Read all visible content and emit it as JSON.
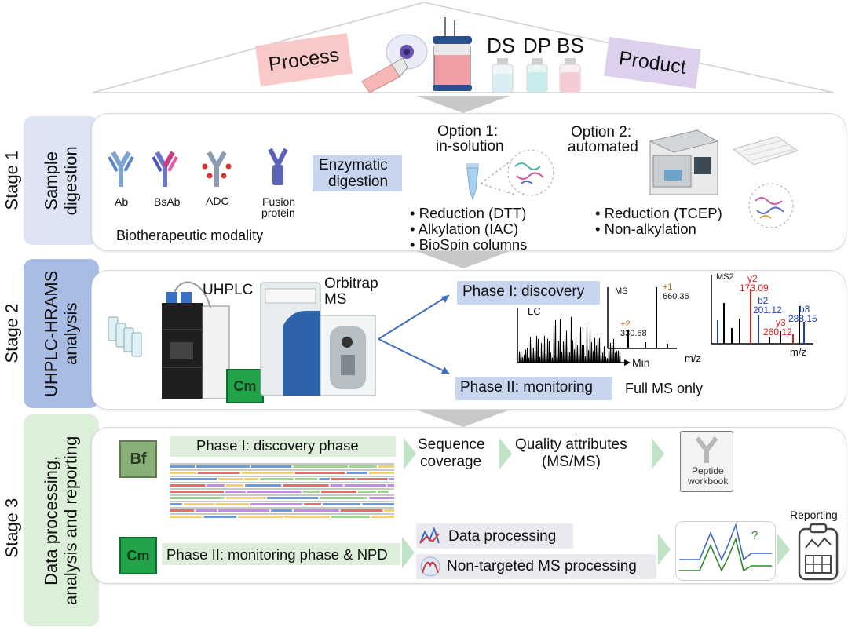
{
  "header": {
    "process": "Process",
    "product": "Product",
    "ds": "DS",
    "dp": "DP",
    "bs": "BS"
  },
  "stages": {
    "s1_num": "Stage 1",
    "s1_desc_line1": "Sample",
    "s1_desc_line2": "digestion",
    "s2_num": "Stage 2",
    "s2_desc_line1": "UHPLC-HRAMS",
    "s2_desc_line2": "analysis",
    "s3_num": "Stage 3",
    "s3_desc_line1": "Data processing,",
    "s3_desc_line2": "analysis and reporting"
  },
  "stage1": {
    "modalities": [
      "Ab",
      "BsAb",
      "ADC",
      "Fusion",
      "protein"
    ],
    "modality_caption": "Biotherapeutic modality",
    "enzymatic_line1": "Enzymatic",
    "enzymatic_line2": "digestion",
    "opt1_line1": "Option 1:",
    "opt1_line2": "in-solution",
    "opt1_bullets": [
      "Reduction (DTT)",
      "Alkylation (IAC)",
      "BioSpin columns"
    ],
    "opt2_line1": "Option 2:",
    "opt2_line2": "automated",
    "opt2_bullets": [
      "Reduction (TCEP)",
      "Non-alkylation"
    ]
  },
  "stage2": {
    "uhplc": "UHPLC",
    "orbitrap_line1": "Orbitrap",
    "orbitrap_line2": "MS",
    "cm_logo": "Cm",
    "phase1": "Phase I: discovery",
    "phase2": "Phase II: monitoring",
    "full_ms": "Full MS only",
    "lc_label": "LC",
    "min_label": "Min",
    "ms_label": "MS",
    "ms2_label": "MS2",
    "mz_label": "m/z",
    "ms_peaks": [
      {
        "charge": "+2",
        "mz": "330.68"
      },
      {
        "charge": "+1",
        "mz": "660.36"
      }
    ],
    "ms2_peaks": [
      {
        "ion": "y2",
        "mz": "173.09",
        "color": "#d62020"
      },
      {
        "ion": "b2",
        "mz": "201.12",
        "color": "#1f3fbf"
      },
      {
        "ion": "y3",
        "mz": "260.12",
        "color": "#d62020"
      },
      {
        "ion": "b3",
        "mz": "288.15",
        "color": "#1f3fbf"
      }
    ]
  },
  "stage3": {
    "bf_logo": "Bf",
    "cm_logo": "Cm",
    "phase1": "Phase I: discovery phase",
    "seq_line1": "Sequence",
    "seq_line2": "coverage",
    "qa_line1": "Quality attributes",
    "qa_line2": "(MS/MS)",
    "workbook_line1": "Peptide",
    "workbook_line2": "workbook",
    "phase2": "Phase II: monitoring phase & NPD",
    "data_processing": "Data processing",
    "non_targeted": "Non-targeted MS processing",
    "question": "?",
    "reporting": "Reporting"
  },
  "colors": {
    "process_bg": "#f9c9c9",
    "product_bg": "#dcd0ec",
    "stage1_bg": "#dde5f5",
    "stage2_bg": "#a9bde4",
    "stage3_bg": "#dcefd8",
    "blue_box": "#c7d6ee",
    "green_box": "#ddefdb"
  }
}
